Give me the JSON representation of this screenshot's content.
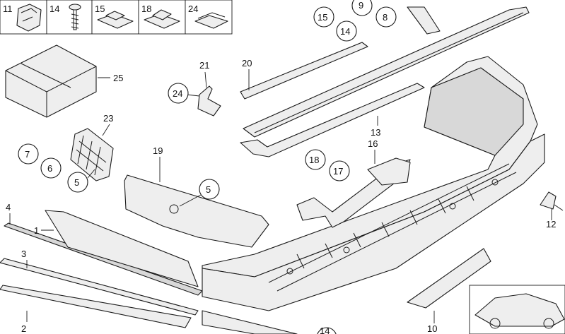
{
  "top_strip": {
    "labels": [
      "11",
      "14",
      "15",
      "18",
      "24"
    ]
  },
  "callouts": {
    "c9": "9",
    "c8": "8",
    "c15": "15",
    "c14": "14",
    "c24": "24",
    "c7": "7",
    "c6": "6",
    "c5a": "5",
    "c5b": "5",
    "c18": "18",
    "c17": "17"
  },
  "labels": {
    "l25": "25",
    "l21": "21",
    "l20": "20",
    "l23": "23",
    "l19": "19",
    "l13": "13",
    "l16": "16",
    "l4": "4",
    "l1": "1",
    "l3": "3",
    "l2": "2",
    "l12": "12",
    "l10": "10",
    "l22_partial": "14"
  },
  "colors": {
    "stroke": "#1a1a1a",
    "part_fill": "#eeeeee",
    "background": "#ffffff"
  }
}
